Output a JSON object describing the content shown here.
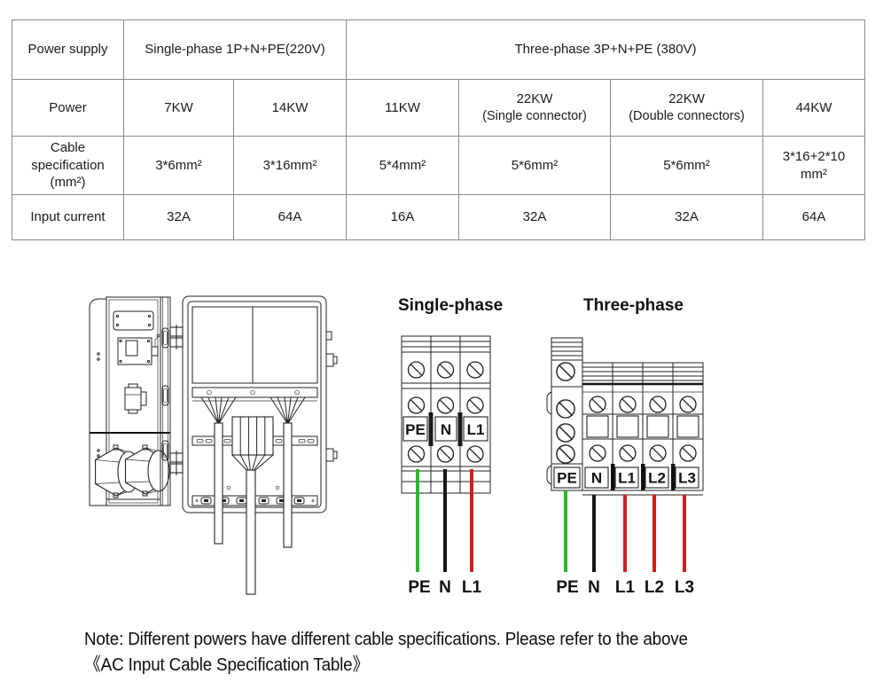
{
  "table": {
    "header": {
      "power_supply": "Power supply",
      "single_phase": "Single-phase 1P+N+PE(220V)",
      "three_phase": "Three-phase 3P+N+PE (380V)"
    },
    "power_row": {
      "label": "Power",
      "values": [
        "7KW",
        "14KW",
        "11KW",
        "22KW",
        "22KW",
        "44KW"
      ],
      "connector_notes": {
        "single": "(Single connector)",
        "double": "(Double connectors)"
      }
    },
    "cable_row": {
      "label": "Cable specification (mm²)",
      "values": [
        "3*6mm²",
        "3*16mm²",
        "5*4mm²",
        "5*6mm²",
        "5*6mm²",
        "3*16+2*10 mm²"
      ]
    },
    "current_row": {
      "label": "Input current",
      "values": [
        "32A",
        "64A",
        "16A",
        "32A",
        "32A",
        "64A"
      ]
    }
  },
  "diagrams": {
    "single_phase": {
      "title": "Single-phase",
      "terminals": [
        "PE",
        "N",
        "L1"
      ],
      "wire_labels": [
        "PE",
        "N",
        "L1"
      ]
    },
    "three_phase": {
      "title": "Three-phase",
      "pe_terminal": "PE",
      "terminals": [
        "N",
        "L1",
        "L2",
        "L3"
      ],
      "wire_labels": [
        "PE",
        "N",
        "L1",
        "L2",
        "L3"
      ]
    }
  },
  "colors": {
    "wire_green": "#2db92d",
    "wire_black": "#161616",
    "wire_red": "#cc2020"
  },
  "note": {
    "line1": "Note: Different powers have different cable specifications. Please refer to the above",
    "line2": "《AC Input Cable Specification Table》"
  }
}
